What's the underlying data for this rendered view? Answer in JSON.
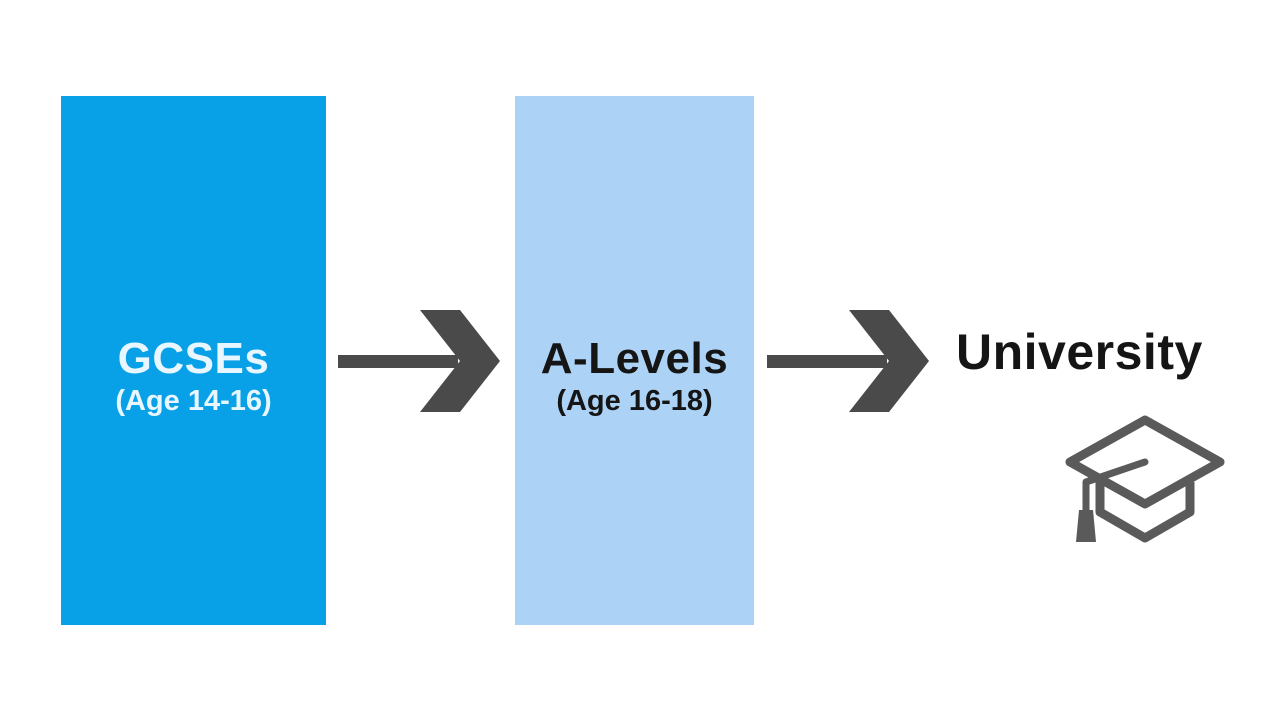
{
  "stages": [
    {
      "title": "GCSEs",
      "subtitle": "(Age 14-16)",
      "color": "#08a1e8"
    },
    {
      "title": "A-Levels",
      "subtitle": "(Age 16-18)",
      "color": "#acd3f6"
    }
  ],
  "destination": {
    "label": "University",
    "icon": "graduation-cap-icon"
  },
  "colors": {
    "arrow": "#4a4a4a",
    "icon": "#5a5a5a"
  }
}
